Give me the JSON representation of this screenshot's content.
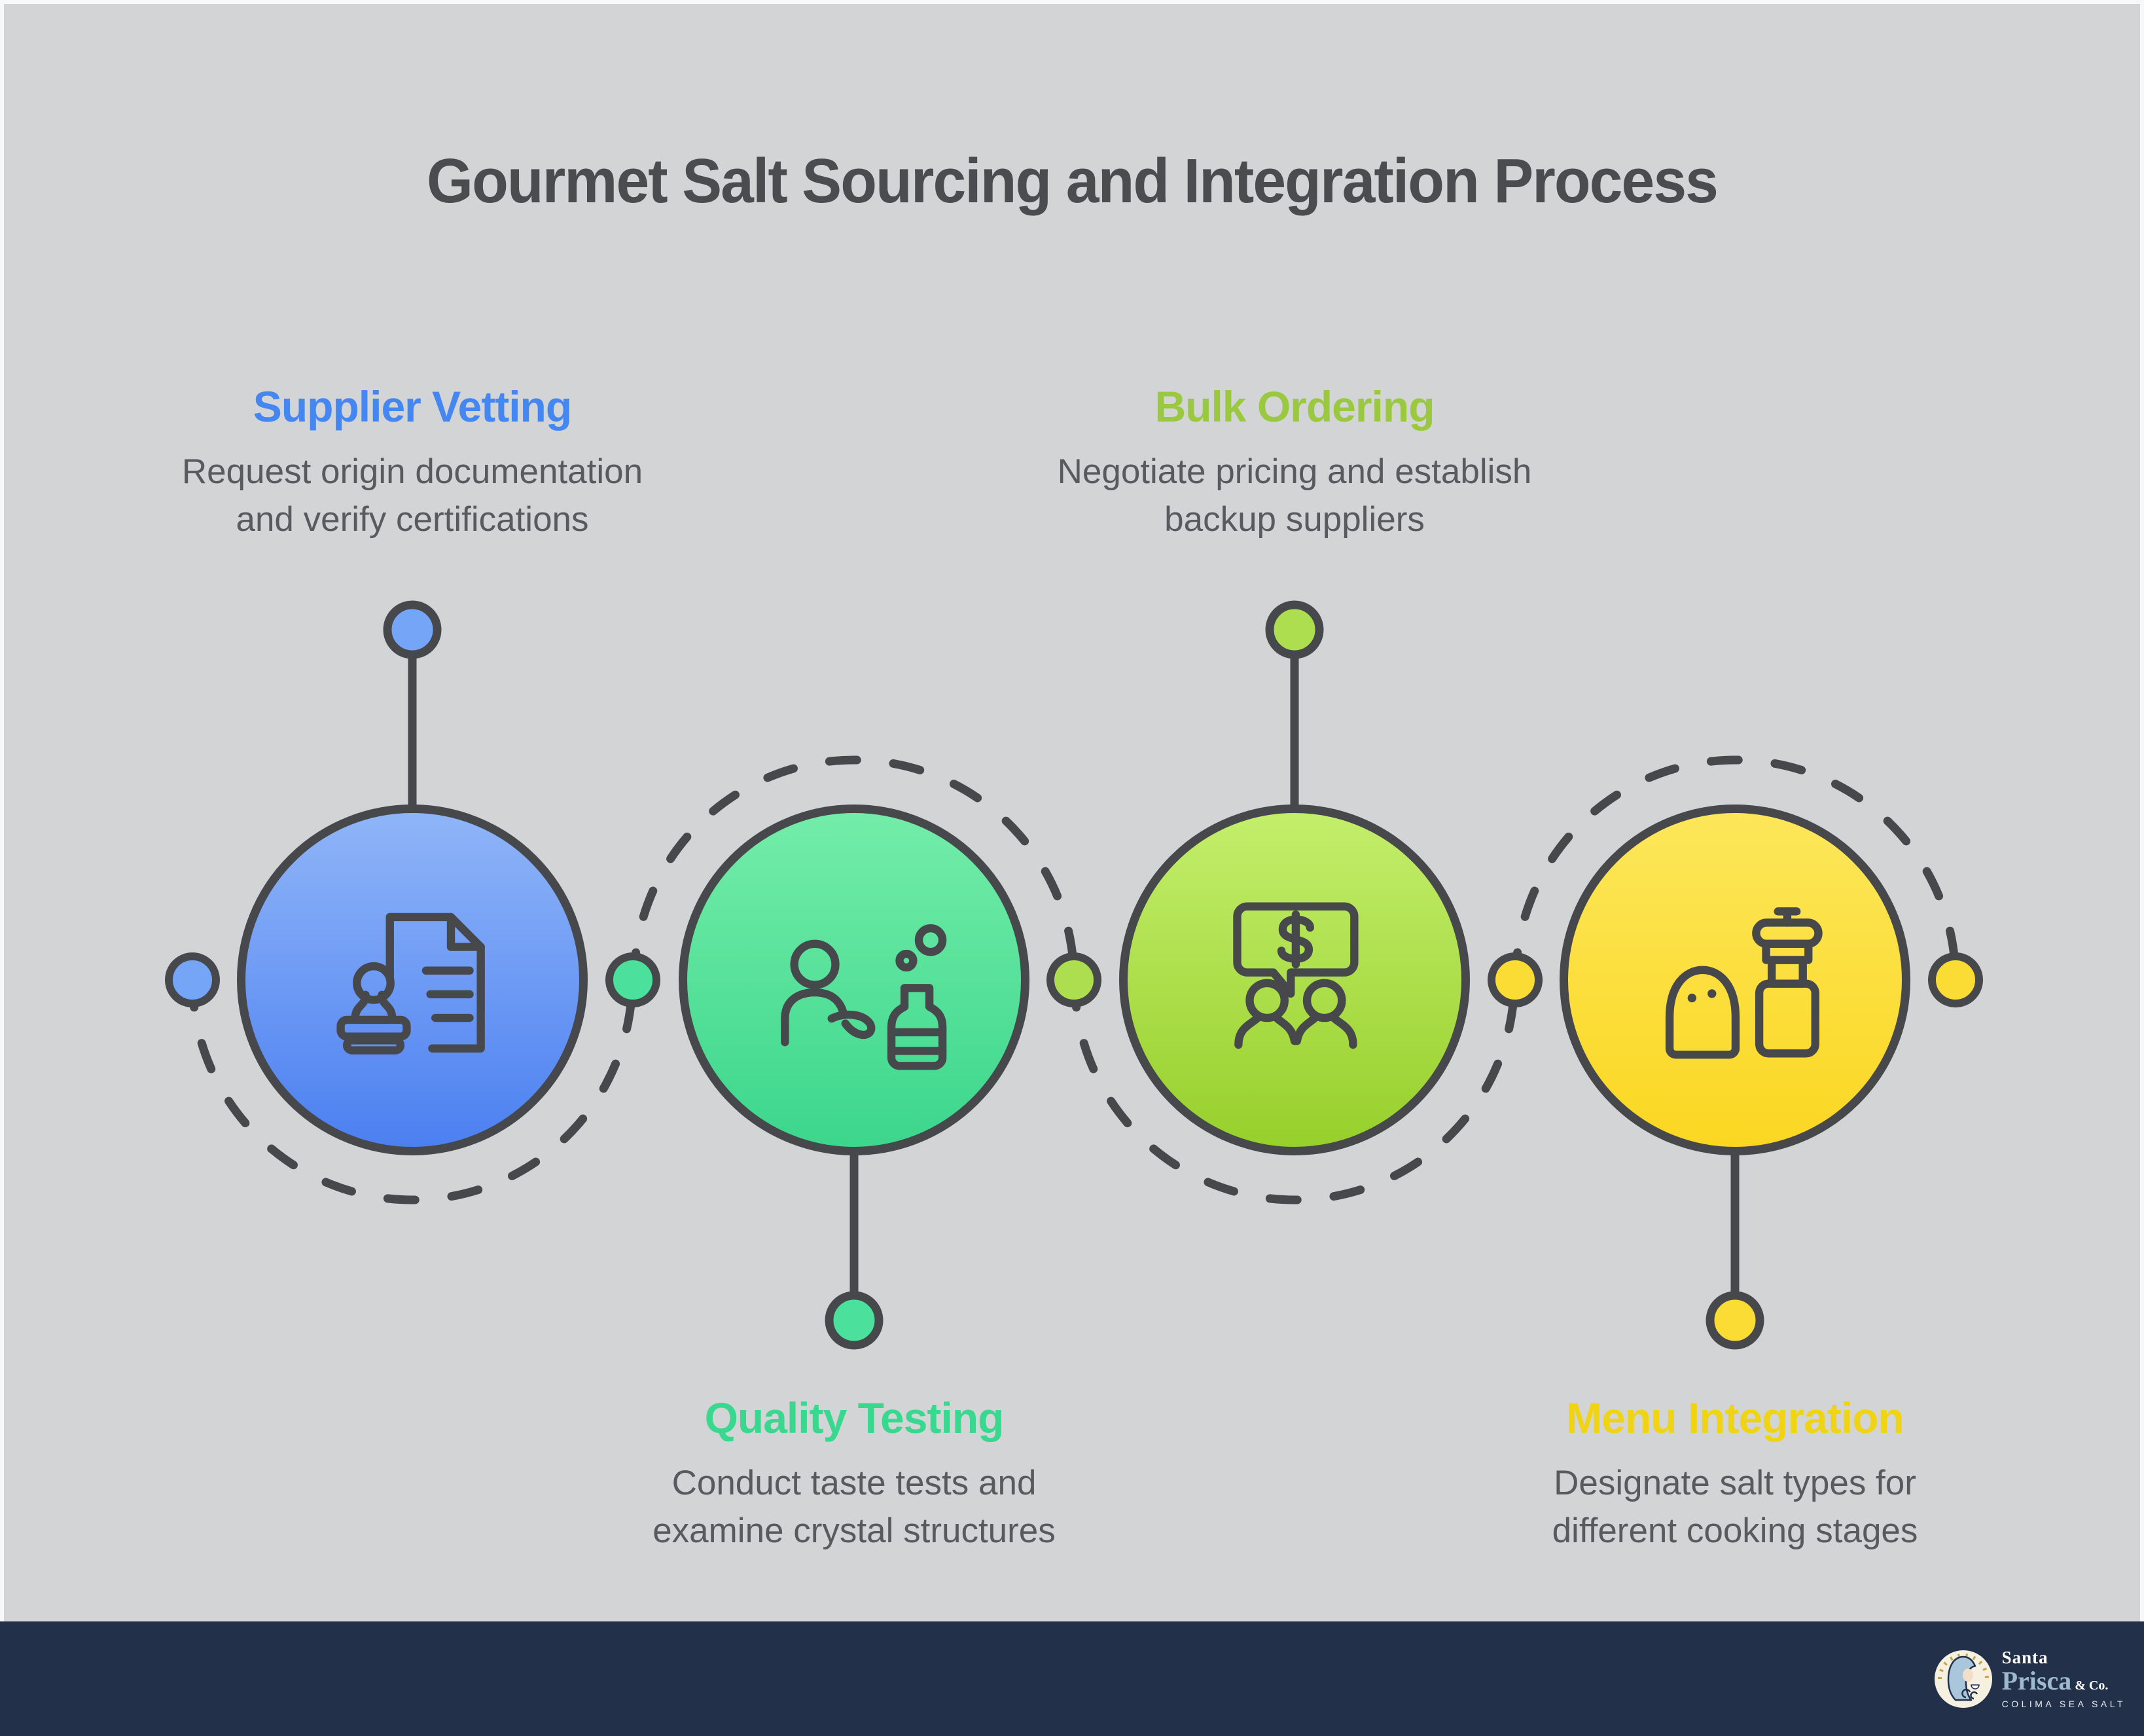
{
  "title": "Gourmet Salt Sourcing and Integration Process",
  "steps": [
    {
      "label": "Supplier Vetting",
      "desc_line1": "Request origin documentation",
      "desc_line2": "and verify certifications",
      "accent": "#4486F2",
      "circle_gradient": [
        "#8FB5F8",
        "#4C80F1"
      ],
      "icon": "stamp-document-icon",
      "label_position": "top"
    },
    {
      "label": "Quality Testing",
      "desc_line1": "Conduct taste tests and",
      "desc_line2": "examine crystal structures",
      "accent": "#38D98F",
      "circle_gradient": [
        "#73EDA9",
        "#3CD68C"
      ],
      "icon": "taste-test-icon",
      "label_position": "bottom"
    },
    {
      "label": "Bulk Ordering",
      "desc_line1": "Negotiate pricing and establish",
      "desc_line2": "backup suppliers",
      "accent": "#9AC93F",
      "circle_gradient": [
        "#C3EE6B",
        "#97D02C"
      ],
      "icon": "price-negotiation-icon",
      "label_position": "top"
    },
    {
      "label": "Menu Integration",
      "desc_line1": "Designate salt types for",
      "desc_line2": "different cooking stages",
      "accent": "#F0D414",
      "circle_gradient": [
        "#FCE75A",
        "#FBD722"
      ],
      "icon": "salt-shaker-grinder-icon",
      "label_position": "bottom"
    }
  ],
  "footer": {
    "brand_top": "Santa",
    "brand_main": "Prisca",
    "brand_suffix": "& Co.",
    "tagline": "COLIMA SEA SALT",
    "bar_color": "#223049"
  },
  "colors": {
    "canvas_background": "#d3d4d6",
    "page_border": "#f7f8fa",
    "outline_stroke": "#47484c",
    "title_text": "#4b4c4f",
    "description_text": "#595a5e"
  }
}
